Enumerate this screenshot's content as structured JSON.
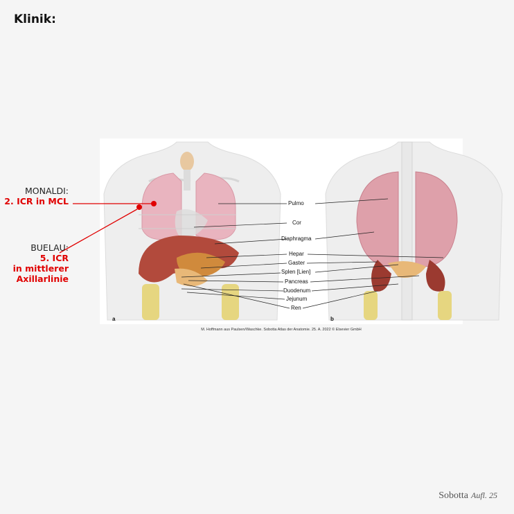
{
  "page_title": "Klinik:",
  "callouts": {
    "monaldi": {
      "head": "MONALDI:",
      "lines": [
        "2. ICR in MCL"
      ]
    },
    "buelau": {
      "head": "BUELAU:",
      "lines": [
        "5. ICR",
        "in mittlerer",
        "Axillarlinie"
      ]
    }
  },
  "colors": {
    "accent_red": "#e00000"
  },
  "organ_labels": [
    "Pulmo",
    "Cor",
    "Diaphragma",
    "Hepar",
    "Gaster",
    "Splen [Lien]",
    "Pancreas",
    "Duodenum",
    "Jejunum",
    "Ren"
  ],
  "panels": {
    "a": "a",
    "b": "b"
  },
  "credit": "M. Hoffmann aus Paulsen/Waschke. Sobotta Atlas der Anatomie. 25. A. 2022 © Elsevier GmbH",
  "brand": {
    "name": "Sobotta",
    "edition": "Aufl. 25"
  }
}
